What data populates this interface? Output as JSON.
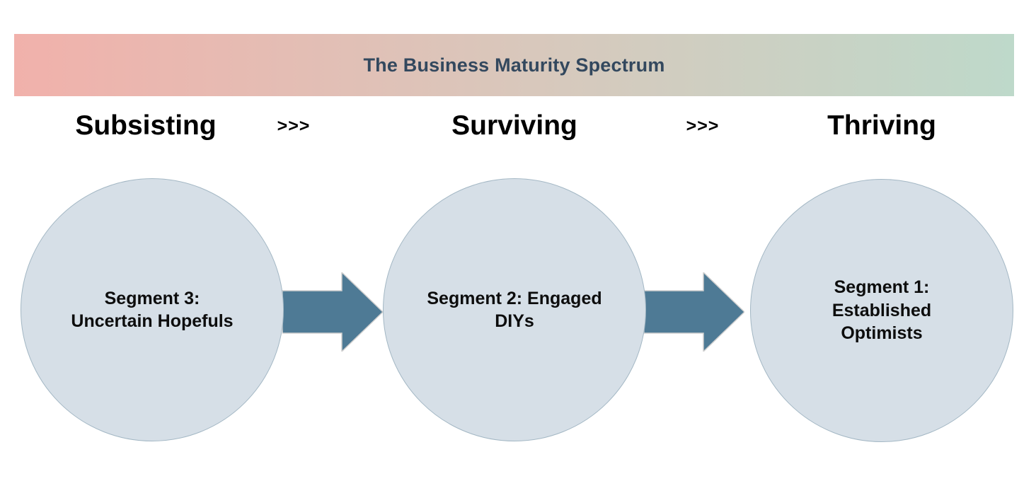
{
  "header": {
    "title": "The Business Maturity Spectrum"
  },
  "stages": {
    "items": [
      {
        "label": "Subsisting"
      },
      {
        "label": "Surviving"
      },
      {
        "label": "Thriving"
      }
    ],
    "separator": ">>>"
  },
  "circles": [
    {
      "lines": [
        "Segment 3:",
        "Uncertain Hopefuls"
      ]
    },
    {
      "lines": [
        "Segment 2: Engaged",
        "DIYs"
      ]
    },
    {
      "lines": [
        "Segment 1:",
        "Established",
        "Optimists"
      ]
    }
  ],
  "colors": {
    "header_gradient_left": "#f1b1ab",
    "header_gradient_mid": "#d8c8bc",
    "header_gradient_right": "#bed9ca",
    "header_title": "#33485e",
    "circle_fill": "#d6dfe7",
    "circle_border": "#a3b7c4",
    "arrow_fill": "#4e7a95",
    "text": "#0d0d0d"
  }
}
